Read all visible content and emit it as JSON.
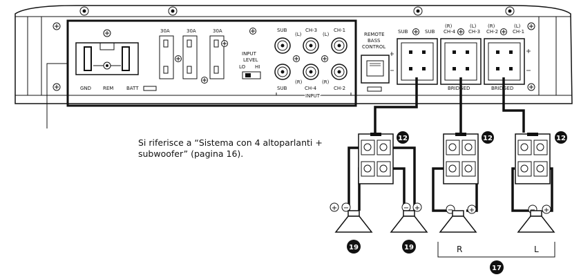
{
  "amplifier": {
    "power_terminals": {
      "gnd": "GND",
      "rem": "REM",
      "batt": "BATT"
    },
    "fuses": [
      "30A",
      "30A",
      "30A"
    ],
    "input_level": {
      "title_line1": "INPUT",
      "title_line2": "LEVEL",
      "lo": "LO",
      "hi": "HI"
    },
    "input_labels": {
      "top_sub": "SUB",
      "top_l": "(L)",
      "top_ch3": "CH-3",
      "top_l2": "(L)",
      "top_ch1": "CH-1",
      "bottom_sub": "SUB",
      "bottom_r": "(R)",
      "bottom_ch4": "CH-4",
      "bottom_r2": "(R)",
      "bottom_ch2": "CH-2",
      "section": "INPUT"
    },
    "remote": {
      "line1": "REMOTE",
      "line2": "BASS",
      "line3": "CONTROL"
    },
    "speaker_labels": {
      "sub1": "SUB",
      "sub2": "SUB",
      "r1": "(R)",
      "ch4": "CH-4",
      "l1": "(L)",
      "ch3": "CH-3",
      "r2": "(R)",
      "ch2": "CH-2",
      "l2": "(L)",
      "ch1": "CH-1",
      "bridged": "BRIDGED"
    }
  },
  "callout_text": "Si riferisce a “Sistema con 4 altoparlanti + subwoofer” (pagina 16).",
  "badges": {
    "terminal": "12",
    "subwoofer": "19",
    "speakers": "17"
  },
  "polarity": {
    "plus": "+",
    "minus": "−"
  },
  "speaker_pair_labels": {
    "right": "R",
    "left": "L"
  }
}
